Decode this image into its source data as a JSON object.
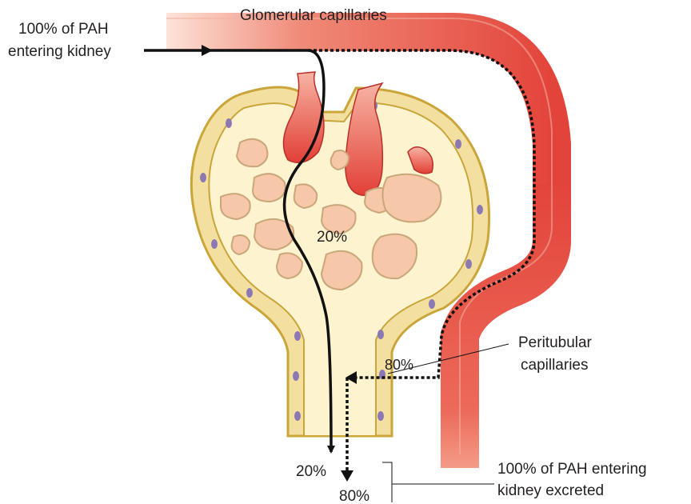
{
  "labels": {
    "glomerular_capillaries": "Glomerular capillaries",
    "pah_entering_line1": "100% of PAH",
    "pah_entering_line2": "entering kidney",
    "filtered_percent": "20%",
    "secreted_percent": "80%",
    "peritubular_line1": "Peritubular",
    "peritubular_line2": "capillaries",
    "excreted_line1": "100% of PAH entering",
    "excreted_line2": "kidney excreted",
    "bottom_filtered_percent": "20%",
    "bottom_secreted_percent": "80%"
  },
  "colors": {
    "capillary_red": "#e8453c",
    "capillary_light": "#f4a48c",
    "capsule_fill": "#fdf3cf",
    "capsule_border": "#c9a53a",
    "loop_fill": "#f6c7a8",
    "nucleus": "#8c79b4",
    "path_black": "#111111"
  }
}
